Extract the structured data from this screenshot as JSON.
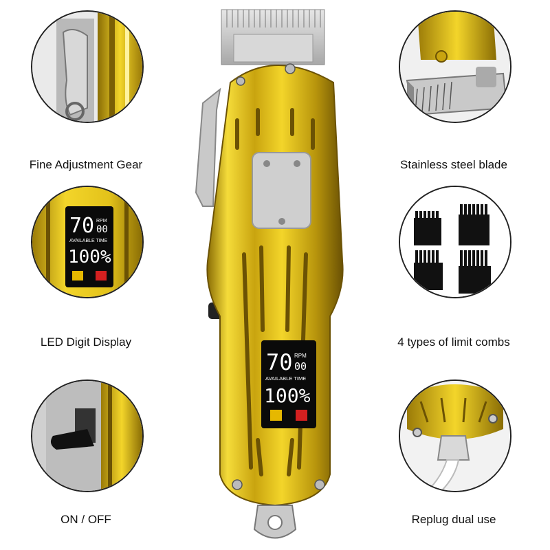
{
  "features": {
    "fine_adjustment": "Fine Adjustment Gear",
    "stainless_blade": "Stainless steel blade",
    "led_display": "LED Digit Display",
    "limit_combs": "4 types of limit combs",
    "on_off": "ON / OFF",
    "replug": "Replug dual use"
  },
  "display": {
    "speed": "70",
    "speed_small": "00",
    "rpm_label": "RPM",
    "time_label": "AVAILABLE TIME",
    "battery": "100%"
  },
  "colors": {
    "gold": "#e3c21a",
    "gold_dark": "#a8860a",
    "silver": "#c9c9c9",
    "lcd_bg": "#0a0a0a",
    "lcd_red": "#d42020",
    "lcd_yellow": "#e6b800"
  }
}
